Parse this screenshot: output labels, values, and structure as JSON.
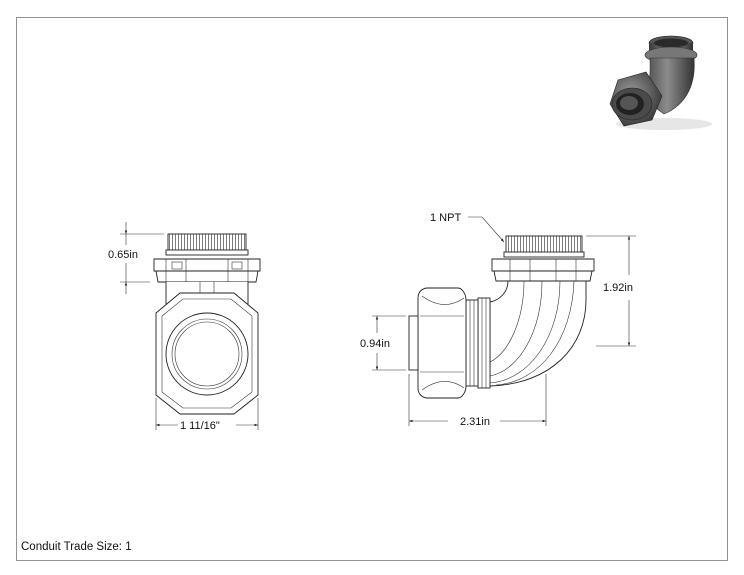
{
  "dimensions": {
    "front_height": "0.65in",
    "front_width": "1 11/16\"",
    "side_thread": "1 NPT",
    "side_height": "1.92in",
    "side_opening": "0.94in",
    "side_length": "2.31in"
  },
  "caption": "Conduit Trade Size: 1"
}
